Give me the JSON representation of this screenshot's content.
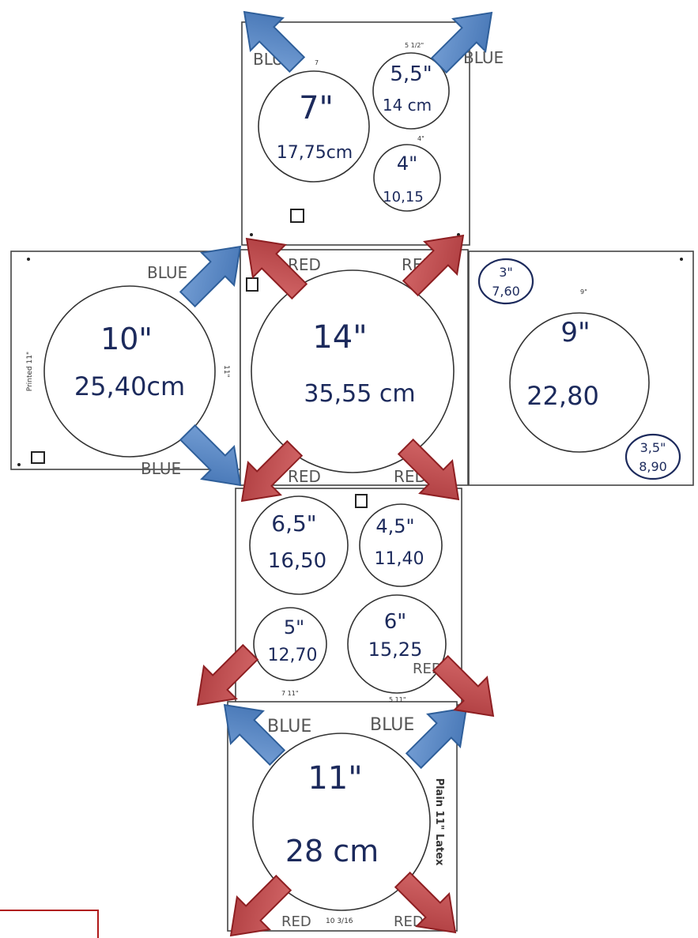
{
  "colors": {
    "blue_arrow": "#4f7fc0",
    "blue_arrow_edge": "#2f5f9a",
    "red_arrow": "#c0494b",
    "red_arrow_edge": "#8e1f22",
    "ink": "#1c2a5c",
    "frame": "#b01818"
  },
  "panels": {
    "top": {
      "small_mark_1": "7",
      "small_mark_2": "5 1/2\"",
      "small_mark_3": "4\"",
      "circle_a": {
        "inch": "7\"",
        "cm": "17,75cm"
      },
      "circle_b": {
        "inch": "5,5\"",
        "cm": "14 cm"
      },
      "circle_c": {
        "inch": "4\"",
        "cm": "10,15"
      },
      "blue_left": "BLUE",
      "blue_right": "BLUE"
    },
    "left": {
      "side_text": "Printed 11\"",
      "mark": "11\"",
      "circle": {
        "inch": "10\"",
        "cm": "25,40cm"
      },
      "blue_top": "BLUE",
      "blue_bottom": "BLUE"
    },
    "center": {
      "circle": {
        "inch": "14\"",
        "cm": "35,55 cm"
      },
      "red_tl": "RED",
      "red_tr": "RED",
      "red_bl": "RED",
      "red_br": "RED"
    },
    "right": {
      "mark": "9\"",
      "circle": {
        "inch": "9\"",
        "cm": "22,80"
      },
      "small_top": {
        "inch": "3\"",
        "cm": "7,60"
      },
      "small_bottom": {
        "inch": "3,5\"",
        "cm": "8,90"
      }
    },
    "lower": {
      "circle_a": {
        "inch": "6,5\"",
        "cm": "16,50"
      },
      "circle_b": {
        "inch": "4,5\"",
        "cm": "11,40"
      },
      "circle_c": {
        "inch": "5\"",
        "cm": "12,70"
      },
      "circle_d": {
        "inch": "6\"",
        "cm": "15,25"
      },
      "red_right": "RED",
      "foot_left": "7 11\"",
      "foot_right": "5 11\""
    },
    "bottom": {
      "side_text": "Plain 11\" Latex",
      "circle": {
        "inch": "11\"",
        "cm": "28 cm"
      },
      "blue_left": "BLUE",
      "blue_right": "BLUE",
      "red_left": "RED",
      "red_right": "RED",
      "foot": "10 3/16"
    }
  }
}
